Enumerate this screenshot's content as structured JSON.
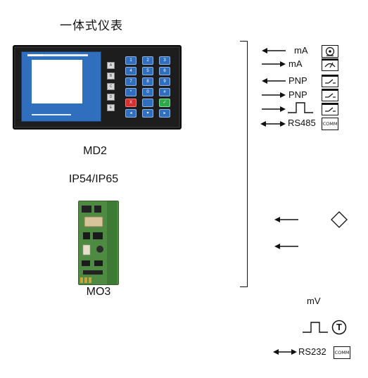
{
  "title": "一体式仪表",
  "device": {
    "model": "MD2",
    "protection": "IP54/IP65",
    "side_buttons": [
      "A",
      "B",
      "C",
      "D",
      "E"
    ],
    "keypad": [
      [
        "1",
        "2",
        "3"
      ],
      [
        "4",
        "5",
        "6"
      ],
      [
        "7",
        "8",
        "9"
      ],
      [
        "*",
        "0",
        "#"
      ],
      [
        "X",
        "",
        "✓"
      ],
      [
        "◂",
        "▾",
        "▸"
      ]
    ]
  },
  "module": {
    "label": "MO3"
  },
  "signals": [
    {
      "direction": "out",
      "label": "mA",
      "icon": "gauge-icon"
    },
    {
      "direction": "in",
      "label": "mA",
      "icon": "meter-icon"
    },
    {
      "direction": "out",
      "label": "PNP",
      "icon": "switch-icon"
    },
    {
      "direction": "in",
      "label": "PNP",
      "icon": "switch-icon"
    },
    {
      "direction": "in",
      "label": "",
      "icon": "switch-icon"
    },
    {
      "direction": "both",
      "label": "RS485",
      "icon": "comm-box",
      "icon_text": "COMM"
    }
  ],
  "extra": {
    "mv_label": "mV",
    "rs232_label": "RS232",
    "rs232_icon_text": "COMM",
    "temperature_symbol": "T"
  },
  "colors": {
    "screen_blue": "#2f6fbe",
    "device_body": "#1d1d1d",
    "pcb_green": "#4f8a43",
    "key_red": "#d83030",
    "key_green": "#2ea84a"
  }
}
